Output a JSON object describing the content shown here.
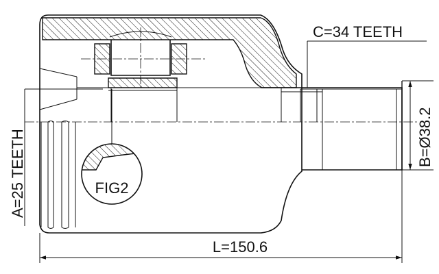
{
  "diagram": {
    "subject": "CV joint inner (tripod) - technical drawing",
    "labels": {
      "spline_teeth": "C=34 TEETH",
      "inner_teeth": "A=25 TEETH",
      "diameter": "B=Ø38.2",
      "length": "L=150.6",
      "detail": "FIG2"
    },
    "values": {
      "spline_teeth_count": 34,
      "inner_teeth_count": 25,
      "shaft_diameter_mm": 38.2,
      "overall_length_mm": 150.6
    }
  }
}
